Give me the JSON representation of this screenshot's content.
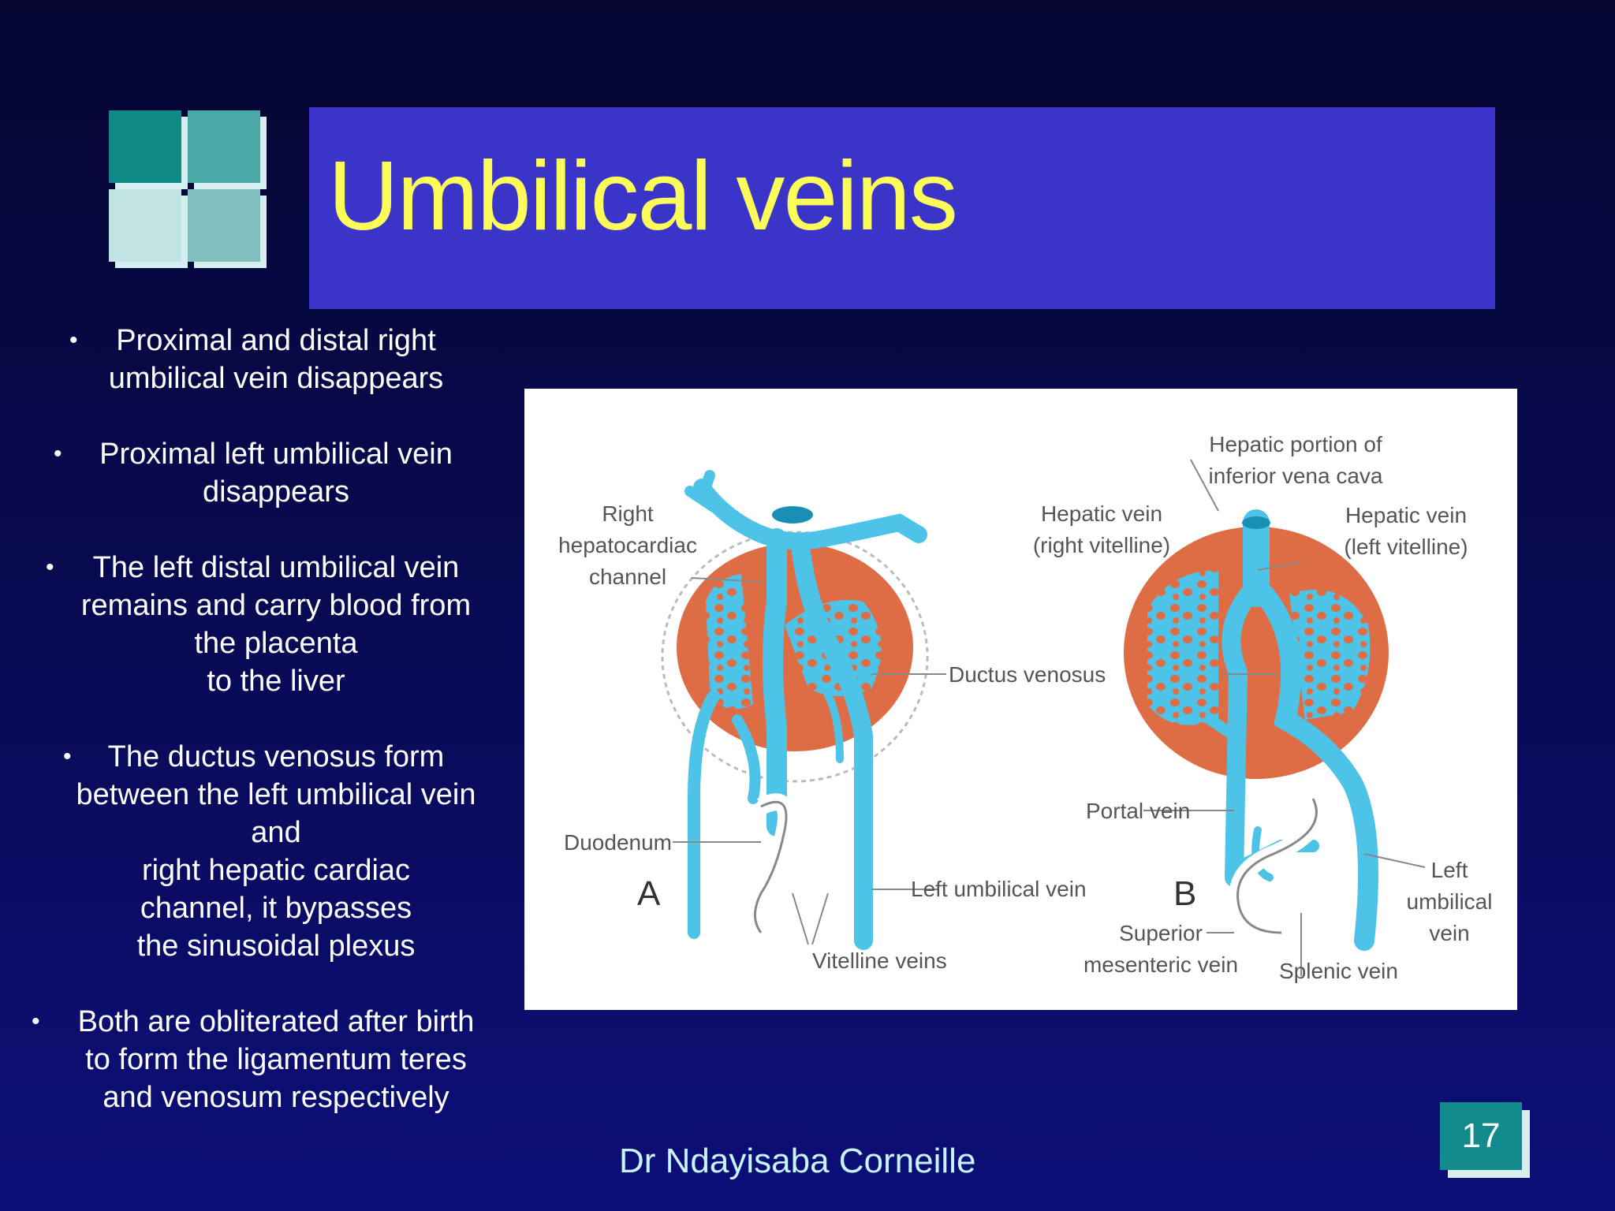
{
  "title": "Umbilical veins",
  "bullets": [
    "Proximal and distal right\numbilical vein disappears",
    "Proximal left umbilical vein\ndisappears",
    "The left distal umbilical vein\nremains and carry blood from\nthe placenta\nto the liver",
    "The ductus venosus form\nbetween the left umbilical vein\nand\nright hepatic cardiac\nchannel, it bypasses\nthe sinusoidal plexus",
    "Both are obliterated after birth\nto form the ligamentum teres\nand venosum respectively"
  ],
  "bullet_symbol": "•",
  "figure": {
    "panel_a": "A",
    "panel_b": "B",
    "labels": {
      "right_hepatocardiac": [
        "Right",
        "hepatocardiac",
        "channel"
      ],
      "ductus_venosus": "Ductus venosus",
      "duodenum": "Duodenum",
      "left_umbilical_a": "Left umbilical vein",
      "vitelline_veins": "Vitelline veins",
      "hepatic_portion": [
        "Hepatic portion of",
        "inferior vena cava"
      ],
      "hepatic_vein_right": [
        "Hepatic vein",
        "(right vitelline)"
      ],
      "hepatic_vein_left": [
        "Hepatic vein",
        "(left vitelline)"
      ],
      "portal_vein": "Portal vein",
      "superior_mesenteric": [
        "Superior",
        "mesenteric vein"
      ],
      "splenic_vein": "Splenic vein",
      "left_umbilical_b": [
        "Left",
        "umbilical",
        "vein"
      ]
    }
  },
  "colors": {
    "title_bar": "#3a34c8",
    "title_text": "#fbfb5a",
    "liver": "#de6d45",
    "vein": "#4ec3e8",
    "page_box": "#138a8c"
  },
  "author": "Dr Ndayisaba Corneille",
  "page_number": "17"
}
